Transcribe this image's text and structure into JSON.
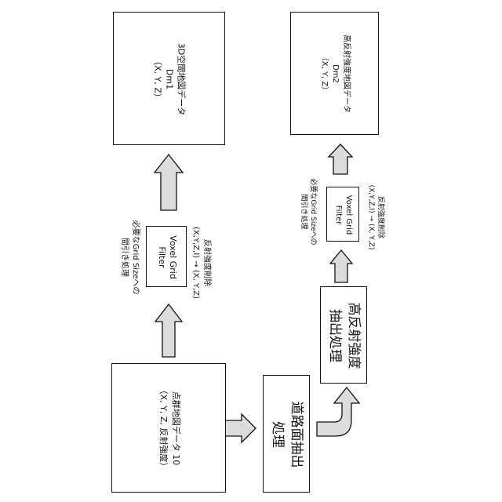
{
  "point_cloud": {
    "line1": "点群地図データ 10",
    "line2": "（X, Y, Z, 反射強度）"
  },
  "road_extract": {
    "line1": "道路面抽出",
    "line2": "処理"
  },
  "high_reflect": {
    "line1": "高反射強度",
    "line2": "抽出処理"
  },
  "left_filter": {
    "box_line1": "Voxel Grid",
    "box_line2": "Filter",
    "note_top1": "必要なGrid Sizeへの",
    "note_top2": "間引き処理",
    "note_bottom1": "反射強度削除",
    "note_bottom2": "(X,Y,Z,I) → (X, Y,Z)"
  },
  "right_filter": {
    "box_line1": "Voxel Grid",
    "box_line2": "Filter",
    "note_top1": "必要なGrid Sizeへの",
    "note_top2": "間引き処理",
    "note_bottom1": "反射強度削除",
    "note_bottom2": "(X,Y,Z,I) → (X, Y,Z)"
  },
  "map_3d": {
    "line1": "3D空間地図データ",
    "line2": "Dm1",
    "line3": "（X, Y, Z）"
  },
  "map_high": {
    "line1": "高反射強度地図データ",
    "line2": "Dm2",
    "line3": "（X, Y, Z）"
  }
}
